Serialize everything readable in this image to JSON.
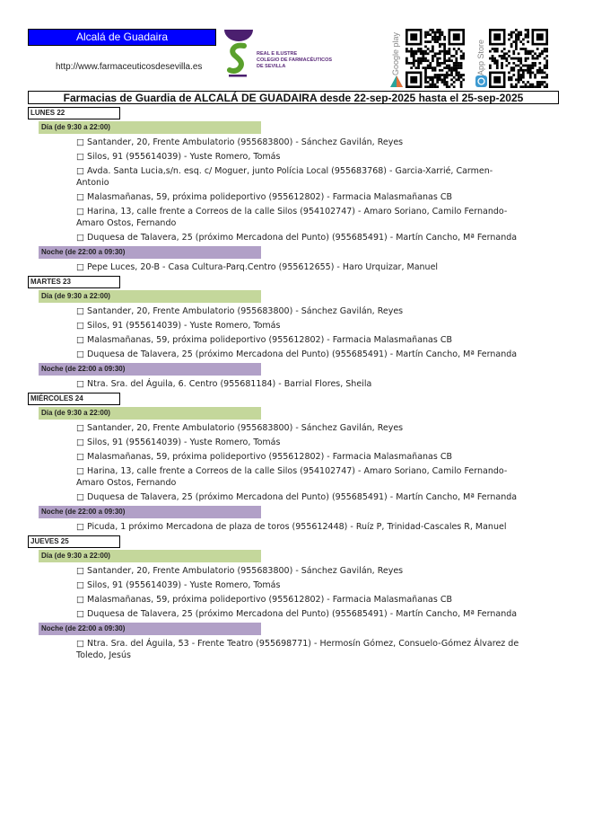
{
  "header": {
    "city": "Alcalá de Guadaira",
    "url": "http://www.farmaceuticosdesevilla.es",
    "logo_text": [
      "REAL E ILUSTRE",
      "COLEGIO DE FARMACÉUTICOS",
      "DE SEVILLA"
    ],
    "google_play": "Google play",
    "app_store": "App Store",
    "title": "Farmacias de Guardia de ALCALÁ DE GUADAIRA desde 22-sep-2025 hasta el 25-sep-2025"
  },
  "colors": {
    "city_bg": "#0000ff",
    "dia": "#c4d79b",
    "noche": "#b1a0c7",
    "logo_purple": "#4b1f6f",
    "logo_green": "#5aa02c"
  },
  "days": [
    {
      "label": "LUNES 22",
      "dia_label": "Día (de 9:30 a 22:00)",
      "dia": [
        "□ Santander, 20, Frente Ambulatorio (955683800) - Sánchez Gavilán, Reyes",
        "□ Silos, 91 (955614039) - Yuste Romero, Tomás",
        "□ Avda. Santa Lucia,s/n. esq. c/ Moguer, junto Polícia Local (955683768) - Garcia-Xarrié, Carmen-Antonio",
        "□ Malasmañanas, 59, próxima polideportivo (955612802) - Farmacia Malasmañanas CB",
        "□ Harina, 13, calle frente a Correos de la calle Silos (954102747) - Amaro Soriano, Camilo Fernando-Amaro Ostos, Fernando",
        "□ Duquesa de Talavera, 25 (próximo Mercadona del Punto) (955685491) - Martín Cancho, Mª Fernanda"
      ],
      "noche_label": "Noche (de 22:00 a 09:30)",
      "noche": [
        "□ Pepe Luces, 20-B - Casa Cultura-Parq.Centro (955612655) - Haro Urquizar, Manuel"
      ]
    },
    {
      "label": "MARTES 23",
      "dia_label": "Día (de 9:30 a 22:00)",
      "dia": [
        "□ Santander, 20, Frente Ambulatorio (955683800) - Sánchez Gavilán, Reyes",
        "□ Silos, 91 (955614039) - Yuste Romero, Tomás",
        "□ Malasmañanas, 59, próxima polideportivo (955612802) - Farmacia Malasmañanas CB",
        "□ Duquesa de Talavera, 25 (próximo Mercadona del Punto) (955685491) - Martín Cancho, Mª Fernanda"
      ],
      "noche_label": "Noche (de 22:00 a 09:30)",
      "noche": [
        "□ Ntra. Sra. del Águila, 6. Centro (955681184) - Barrial Flores, Sheila"
      ]
    },
    {
      "label": "MIÉRCOLES 24",
      "dia_label": "Día (de 9:30 a 22:00)",
      "dia": [
        "□ Santander, 20, Frente Ambulatorio (955683800) - Sánchez Gavilán, Reyes",
        "□ Silos, 91 (955614039) - Yuste Romero, Tomás",
        "□ Malasmañanas, 59, próxima polideportivo (955612802) - Farmacia Malasmañanas CB",
        "□ Harina, 13, calle frente a Correos de la calle Silos (954102747) - Amaro Soriano, Camilo Fernando-Amaro Ostos, Fernando",
        "□ Duquesa de Talavera, 25 (próximo Mercadona del Punto) (955685491) - Martín Cancho, Mª Fernanda"
      ],
      "noche_label": "Noche (de 22:00 a 09:30)",
      "noche": [
        "□ Picuda, 1 próximo Mercadona de plaza de toros (955612448) - Ruíz P, Trinidad-Cascales R, Manuel"
      ]
    },
    {
      "label": "JUEVES 25",
      "dia_label": "Día (de 9:30 a 22:00)",
      "dia": [
        "□ Santander, 20, Frente Ambulatorio (955683800) - Sánchez Gavilán, Reyes",
        "□ Silos, 91 (955614039) - Yuste Romero, Tomás",
        "□ Malasmañanas, 59, próxima polideportivo (955612802) - Farmacia Malasmañanas CB",
        "□ Duquesa de Talavera, 25 (próximo Mercadona del Punto) (955685491) - Martín Cancho, Mª Fernanda"
      ],
      "noche_label": "Noche (de 22:00 a 09:30)",
      "noche": [
        "□ Ntra. Sra. del Águila, 53 - Frente Teatro (955698771) - Hermosín Gómez, Consuelo-Gómez Álvarez de Toledo, Jesús"
      ]
    }
  ]
}
